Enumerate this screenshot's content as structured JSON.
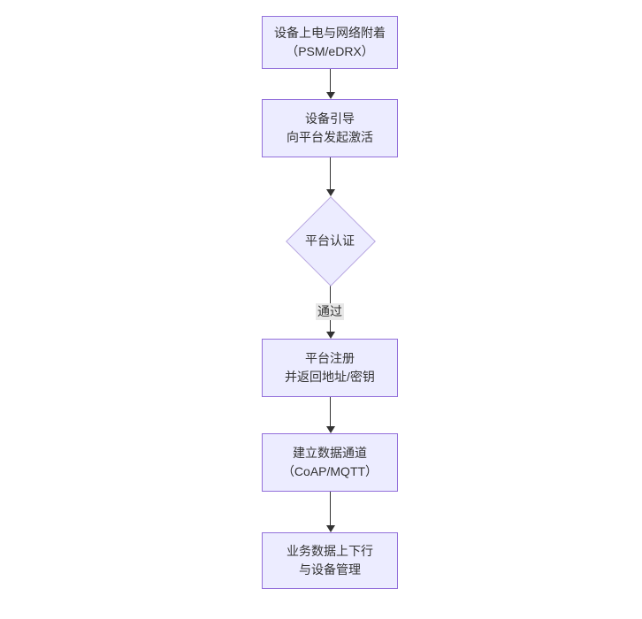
{
  "diagram": {
    "type": "flowchart",
    "direction": "top-down",
    "colors": {
      "node_fill": "#ECECFF",
      "node_border": "#9370DB",
      "diamond_border": "#b9a7e0",
      "arrow": "#333333",
      "text": "#333333",
      "edge_label_bg": "#e8e8e8",
      "background": "#ffffff"
    },
    "nodes": [
      {
        "id": "A",
        "shape": "rect",
        "line1": "设备上电与网络附着",
        "line2": "（PSM/eDRX）"
      },
      {
        "id": "B",
        "shape": "rect",
        "line1": "设备引导",
        "line2": "向平台发起激活"
      },
      {
        "id": "C",
        "shape": "diamond",
        "line1": "平台认证"
      },
      {
        "id": "D",
        "shape": "rect",
        "line1": "平台注册",
        "line2": "并返回地址/密钥"
      },
      {
        "id": "E",
        "shape": "rect",
        "line1": "建立数据通道",
        "line2": "（CoAP/MQTT）"
      },
      {
        "id": "F",
        "shape": "rect",
        "line1": "业务数据上下行",
        "line2": "与设备管理"
      }
    ],
    "edges": [
      {
        "from": "A",
        "to": "B",
        "label": ""
      },
      {
        "from": "B",
        "to": "C",
        "label": ""
      },
      {
        "from": "C",
        "to": "D",
        "label": "通过"
      },
      {
        "from": "D",
        "to": "E",
        "label": ""
      },
      {
        "from": "E",
        "to": "F",
        "label": ""
      }
    ]
  }
}
